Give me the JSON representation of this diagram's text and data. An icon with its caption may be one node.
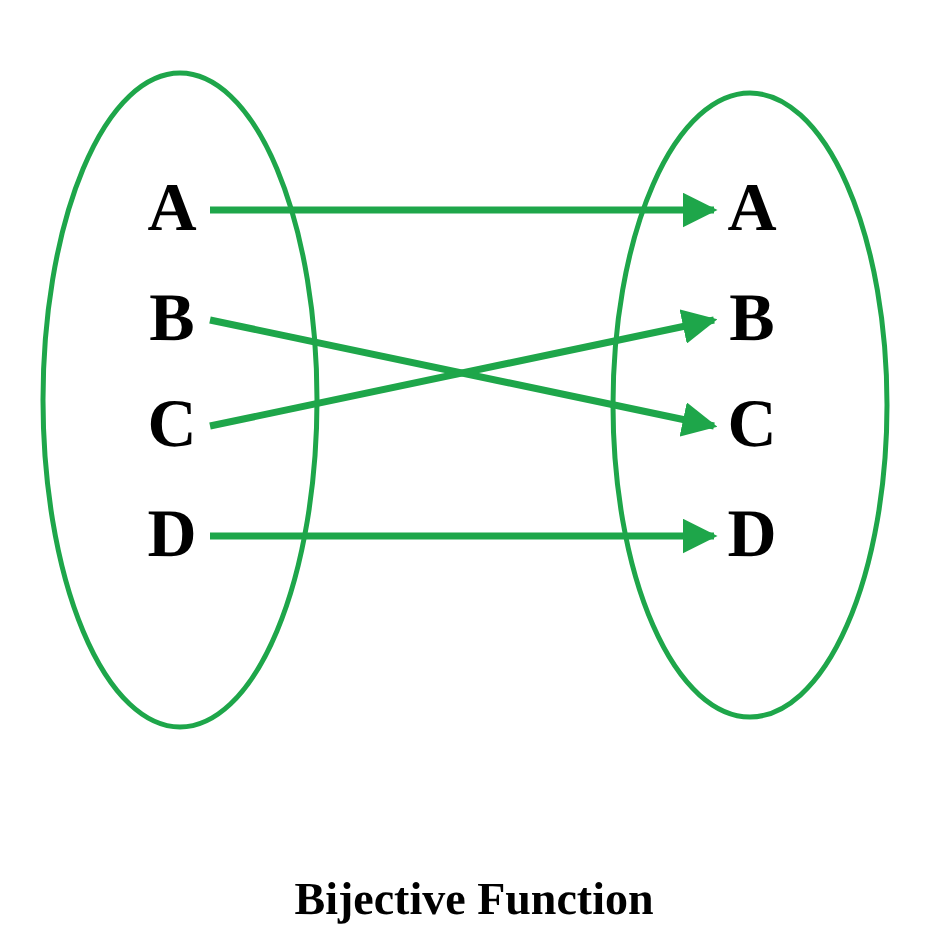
{
  "diagram": {
    "caption": "Bijective Function",
    "nodes": [
      {
        "text": [],
        "shape": "ellipse"
      },
      {
        "text": [
          "A"
        ],
        "in": 0
      },
      {
        "text": [
          "B"
        ],
        "in": 0
      },
      {
        "text": [
          "C"
        ],
        "in": 0
      },
      {
        "text": [
          "D"
        ],
        "in": 0
      },
      {
        "text": [],
        "shape": "ellipse"
      },
      {
        "text": [
          "A"
        ],
        "in": 5
      },
      {
        "text": [
          "B"
        ],
        "in": 5
      },
      {
        "text": [
          "C"
        ],
        "in": 5
      },
      {
        "text": [
          "D"
        ],
        "in": 5
      }
    ],
    "edges": [
      {
        "from": 1,
        "to": 6,
        "arrow": "to"
      },
      {
        "from": 2,
        "to": 8,
        "arrow": "to"
      },
      {
        "from": 3,
        "to": 7,
        "arrow": "to"
      },
      {
        "from": 4,
        "to": 9,
        "arrow": "to"
      }
    ]
  }
}
